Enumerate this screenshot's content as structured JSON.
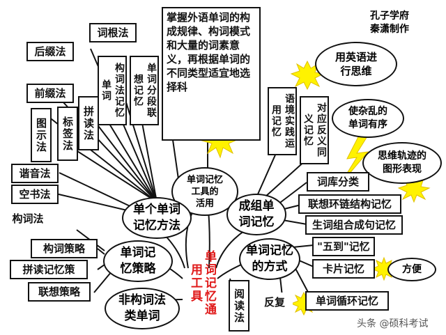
{
  "center": {
    "trunk": "单词记忆通用工具",
    "tool": "单词记忆\n工具的\n活用"
  },
  "branches": {
    "single": "单个单词\n记忆方法",
    "group": "成组单\n词记忆",
    "strategy": "单词记\n忆策略",
    "mode": "单词记忆\n的方式",
    "noncompound": "非构词法\n类单词"
  },
  "single_methods": {
    "ciganfa": "词根法",
    "houzhui": "后缀法",
    "qianzhui": "前缀法",
    "tushi": "图示法",
    "biaoqian": "标签法",
    "pindu": "拼读法",
    "xieyin": "谐音法",
    "kongshu": "空书法",
    "goucifa": "构词法",
    "gouci_memory": "构词法记忆单词",
    "duan": "单词分段联想记忆"
  },
  "summary_text": "掌握外语单词的构成规律、构词模式和大量的词素意义，再根据单词的不同类型适宜地选择科",
  "credit": "孔子学府\n秦潇制作",
  "callouts": {
    "english_thinking": "用英语进\n行思维",
    "ordered": "使杂乱的\n单词有序",
    "graphic": "思维轨迹的\n图形表现",
    "convenient": "方便"
  },
  "group_methods": {
    "context": "语境实践运用记忆",
    "antonym": "对应反义同义记忆",
    "library": "词库分类",
    "chain": "联想环链结构记忆",
    "phrase": "生词组合成句记忆"
  },
  "strategies": {
    "gouci": "构词策略",
    "pindu": "拼读记忆策",
    "lianxiang": "联想策略"
  },
  "modes": {
    "five": "\"五到\"记忆",
    "card": "卡片记忆",
    "repeat": "反复",
    "cycle": "单词循环记忆",
    "reading": "阅读法"
  },
  "watermark": "头条 @硕科考试"
}
